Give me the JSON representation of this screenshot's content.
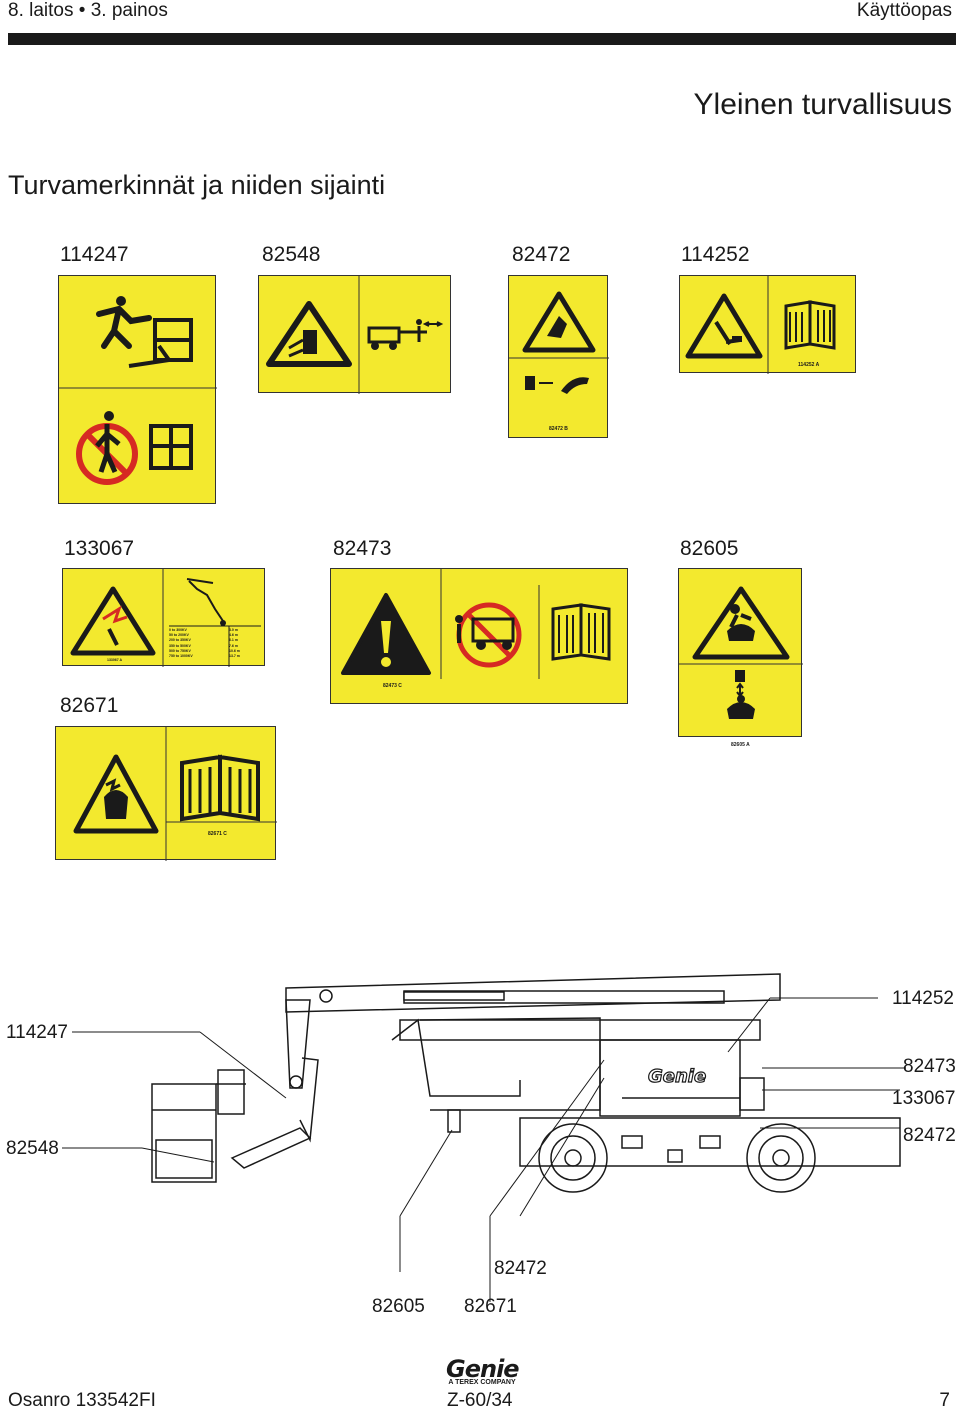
{
  "header": {
    "edition": "8. laitos",
    "bullet": "•",
    "printing": "3. painos",
    "doc_type": "Käyttöopas"
  },
  "section_title": "Yleinen turvallisuus",
  "subsection_title": "Turvamerkinnät ja niiden sijainti",
  "decals": {
    "d114247": "114247",
    "d82548": "82548",
    "d82472": "82472",
    "d114252": "114252",
    "d133067": "133067",
    "d82473": "82473",
    "d82605": "82605",
    "d82671": "82671"
  },
  "decal_small_print": {
    "d114252": "114252  A",
    "d82472": "82472  B",
    "d133067": "133067  A",
    "d82473": "82473  C",
    "d82605": "82605  A",
    "d82671": "82671  C"
  },
  "voltage_table": [
    [
      "0 to 300KV",
      "3.0 m"
    ],
    [
      "50 to 200KV",
      "4.6 m"
    ],
    [
      "200 to 350KV",
      "6.1 m"
    ],
    [
      "350 to 500KV",
      "7.6 m"
    ],
    [
      "500 to 750KV",
      "10.6 m"
    ],
    [
      "750 to 1000KV",
      "13.7 m"
    ]
  ],
  "callouts": {
    "left_top": "114247",
    "left_bottom": "82548",
    "right_1": "114252",
    "right_2": "82473",
    "right_3": "133067",
    "right_4": "82472",
    "bottom_1": "82472",
    "bottom_2": "82605",
    "bottom_3": "82671"
  },
  "machine_logo": "Genie",
  "footer": {
    "part_label": "Osanro",
    "part_number": "133542FI",
    "model": "Z-60/34",
    "page": "7",
    "logo_word": "Genie",
    "logo_sub": "A TEREX COMPANY"
  },
  "colors": {
    "decal_yellow": "#f3e92e",
    "prohibition_red": "#d62a23",
    "ink": "#1a1a1a"
  }
}
